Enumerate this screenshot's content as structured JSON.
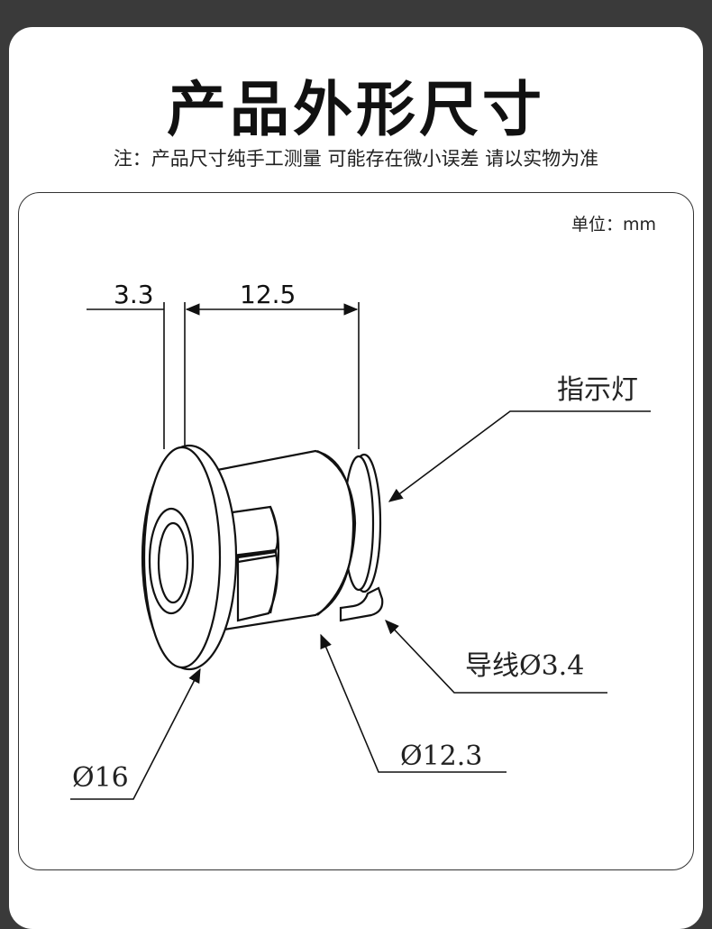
{
  "header": {
    "title": "产品外形尺寸",
    "note": "注：产品尺寸纯手工测量 可能存在微小误差 请以实物为准"
  },
  "panel": {
    "unit_label": "单位：mm"
  },
  "dimensions": {
    "flange_thickness": "3.3",
    "body_length": "12.5"
  },
  "callouts": {
    "indicator": "指示灯",
    "wire": "导线Ø3.4",
    "flange_diameter": "Ø16",
    "body_diameter": "Ø12.3"
  },
  "colors": {
    "background": "#3a3a3a",
    "sheet": "#ffffff",
    "line": "#111111"
  }
}
